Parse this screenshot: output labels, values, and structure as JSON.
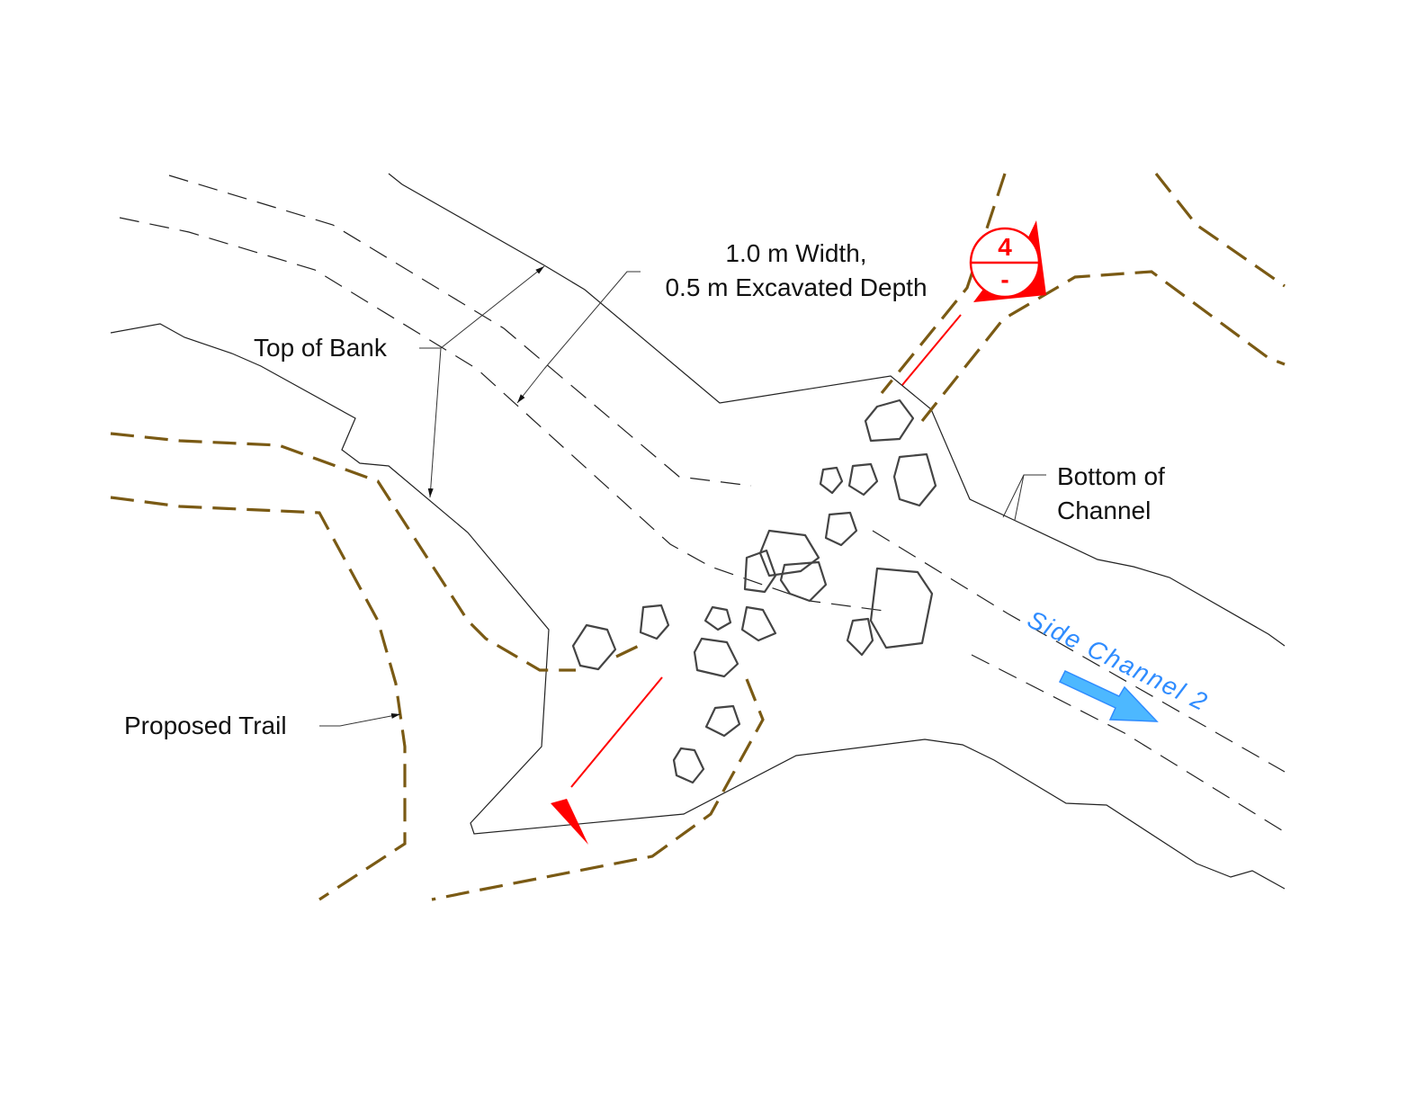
{
  "labels": {
    "dimension_line1": "1.0 m Width,",
    "dimension_line2": "0.5 m Excavated Depth",
    "top_of_bank": "Top of Bank",
    "bottom_of_channel_line1": "Bottom of",
    "bottom_of_channel_line2": "Channel",
    "proposed_trail": "Proposed Trail",
    "side_channel": "Side Channel 2"
  },
  "section_marker": {
    "number": "4",
    "sheet": "-",
    "color": "#ff0000"
  },
  "colors": {
    "trail": "#7a5a14",
    "flow_arrow": "#4db8ff",
    "section": "#ff0000"
  }
}
